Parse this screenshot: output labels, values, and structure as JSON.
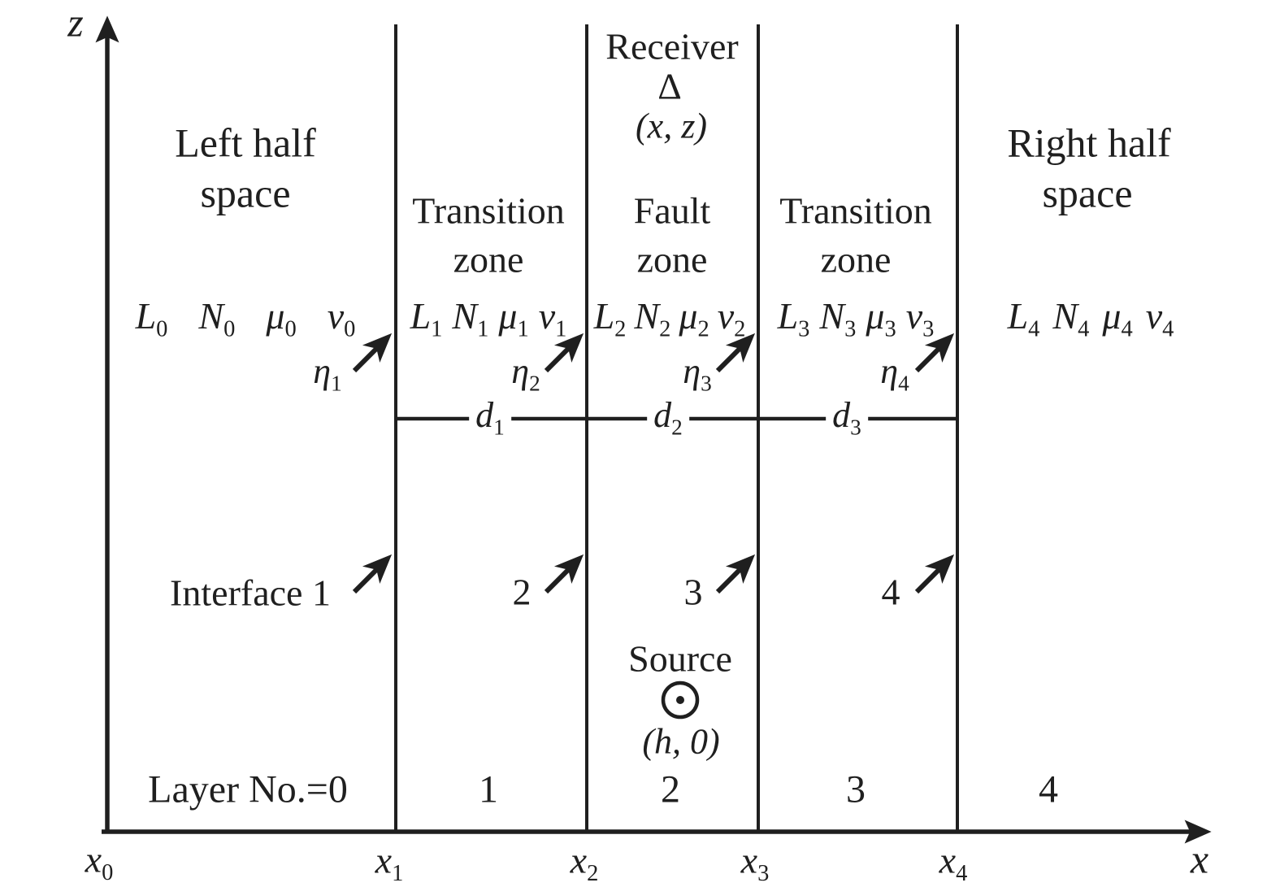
{
  "colors": {
    "ink": "#1f1f1f",
    "background": "#ffffff"
  },
  "axes": {
    "z_label": "z",
    "x_label": "x"
  },
  "regions": [
    {
      "line1": "Left half",
      "line2": "space",
      "layer_label": "Layer No.=0",
      "params": [
        {
          "b": "L",
          "s": "0"
        },
        {
          "b": "N",
          "s": "0"
        },
        {
          "b": "μ",
          "s": "0"
        },
        {
          "b": "v",
          "s": "0"
        }
      ]
    },
    {
      "line1": "Transition",
      "line2": "zone",
      "layer_label": "1",
      "params": [
        {
          "b": "L",
          "s": "1"
        },
        {
          "b": "N",
          "s": "1"
        },
        {
          "b": "μ",
          "s": "1"
        },
        {
          "b": "v",
          "s": "1"
        }
      ]
    },
    {
      "line1": "Fault",
      "line2": "zone",
      "layer_label": "2",
      "params": [
        {
          "b": "L",
          "s": "2"
        },
        {
          "b": "N",
          "s": "2"
        },
        {
          "b": "μ",
          "s": "2"
        },
        {
          "b": "v",
          "s": "2"
        }
      ]
    },
    {
      "line1": "Transition",
      "line2": "zone",
      "layer_label": "3",
      "params": [
        {
          "b": "L",
          "s": "3"
        },
        {
          "b": "N",
          "s": "3"
        },
        {
          "b": "μ",
          "s": "3"
        },
        {
          "b": "v",
          "s": "3"
        }
      ]
    },
    {
      "line1": "Right half",
      "line2": "space",
      "layer_label": "4",
      "params": [
        {
          "b": "L",
          "s": "4"
        },
        {
          "b": "N",
          "s": "4"
        },
        {
          "b": "μ",
          "s": "4"
        },
        {
          "b": "v",
          "s": "4"
        }
      ]
    }
  ],
  "receiver": {
    "title": "Receiver",
    "symbol": "Δ",
    "coords": "(x, z)"
  },
  "source": {
    "title": "Source",
    "coords": "(h, 0)"
  },
  "interfaces": [
    {
      "label": "Interface 1"
    },
    {
      "label": "2"
    },
    {
      "label": "3"
    },
    {
      "label": "4"
    }
  ],
  "etas": [
    {
      "b": "η",
      "s": "1"
    },
    {
      "b": "η",
      "s": "2"
    },
    {
      "b": "η",
      "s": "3"
    },
    {
      "b": "η",
      "s": "4"
    }
  ],
  "thicknesses": [
    {
      "b": "d",
      "s": "1"
    },
    {
      "b": "d",
      "s": "2"
    },
    {
      "b": "d",
      "s": "3"
    }
  ],
  "x_ticks": [
    {
      "b": "x",
      "s": "0"
    },
    {
      "b": "x",
      "s": "1"
    },
    {
      "b": "x",
      "s": "2"
    },
    {
      "b": "x",
      "s": "3"
    },
    {
      "b": "x",
      "s": "4"
    }
  ]
}
